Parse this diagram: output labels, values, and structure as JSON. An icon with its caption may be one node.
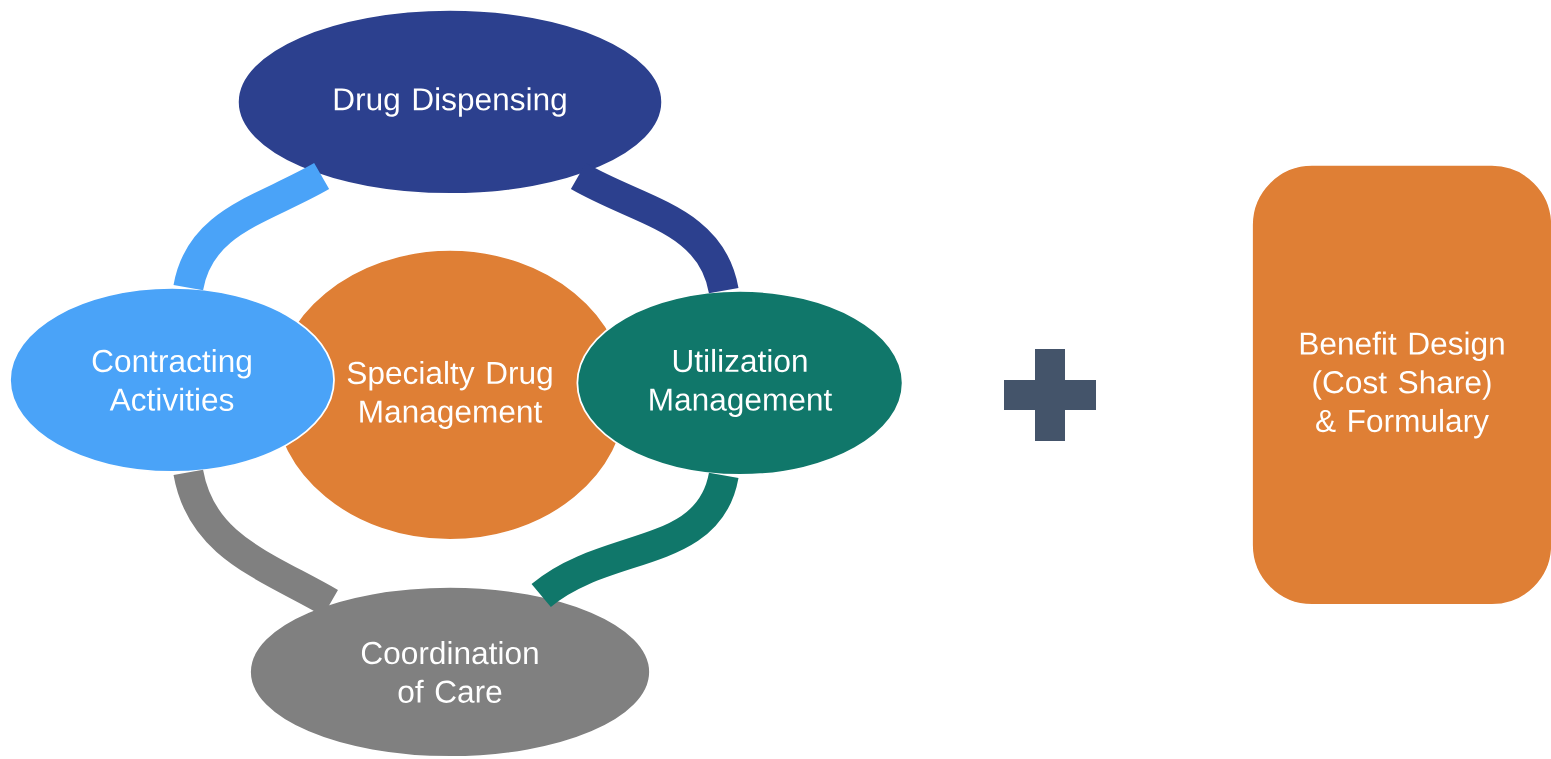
{
  "diagram": {
    "nodes": [
      {
        "text": [
          "Drug Dispensing"
        ]
      },
      {
        "text": [
          "Contracting Activities"
        ]
      },
      {
        "text": [
          "Specialty Drug Management"
        ]
      },
      {
        "text": [
          "Utilization Management"
        ]
      },
      {
        "text": [
          "Coordination of Care"
        ]
      },
      {
        "text": [
          "Benefit Design (Cost Share) & Formulary"
        ]
      }
    ],
    "edges": [
      {
        "from": 0,
        "to": 3,
        "arrow": "none",
        "color": "#2c408e"
      },
      {
        "from": 3,
        "to": 4,
        "arrow": "none",
        "color": "#10776a"
      },
      {
        "from": 4,
        "to": 1,
        "arrow": "none",
        "color": "#808080"
      },
      {
        "from": 1,
        "to": 0,
        "arrow": "none",
        "color": "#4aa3f8"
      }
    ]
  }
}
